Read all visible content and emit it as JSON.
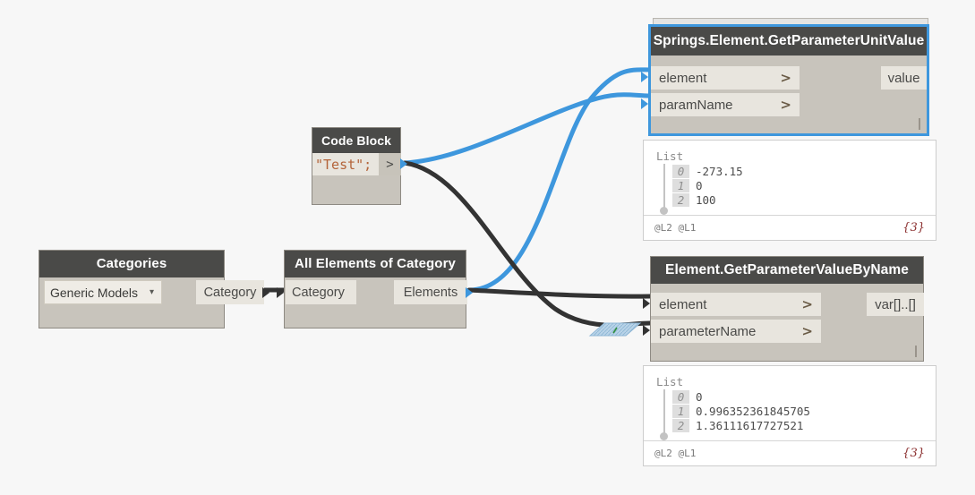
{
  "canvas": {
    "background": "#f7f7f7",
    "wire_color_default": "#333333",
    "wire_color_highlight": "#3e97dd",
    "node_header_color": "#4a4a48",
    "node_body_color": "#c8c4bc",
    "port_color": "#e8e5de",
    "selection_color": "#3e97dd"
  },
  "nodes": {
    "categories": {
      "title": "Categories",
      "dropdown_value": "Generic Models",
      "dropdown_arrow": "chevron-down-icon",
      "output_port": "Category"
    },
    "all_elements": {
      "title": "All Elements of Category",
      "input_port": "Category",
      "output_port": "Elements"
    },
    "code_block": {
      "title": "Code Block",
      "code": "\"Test\";",
      "output_marker": ">"
    },
    "springs_get_param_unit_value": {
      "title": "Springs.Element.GetParameterUnitValue",
      "inputs": [
        {
          "label": "element",
          "chevron": ">"
        },
        {
          "label": "paramName",
          "chevron": ">"
        }
      ],
      "output_port": "value",
      "selected": true
    },
    "element_get_param_by_name": {
      "title": "Element.GetParameterValueByName",
      "inputs": [
        {
          "label": "element",
          "chevron": ">"
        },
        {
          "label": "parameterName",
          "chevron": ">"
        }
      ],
      "output_port": "var[]..[]",
      "selected": false
    }
  },
  "previews": {
    "upper": {
      "header": "List",
      "items": [
        {
          "index": "0",
          "value": "-273.15"
        },
        {
          "index": "1",
          "value": "0"
        },
        {
          "index": "2",
          "value": "100"
        }
      ],
      "lacing": "@L2 @L1",
      "count": "{3}"
    },
    "lower": {
      "header": "List",
      "items": [
        {
          "index": "0",
          "value": "0"
        },
        {
          "index": "1",
          "value": "0.996352361845705"
        },
        {
          "index": "2",
          "value": "1.36111617727521"
        }
      ],
      "lacing": "@L2 @L1",
      "count": "{3}"
    }
  }
}
